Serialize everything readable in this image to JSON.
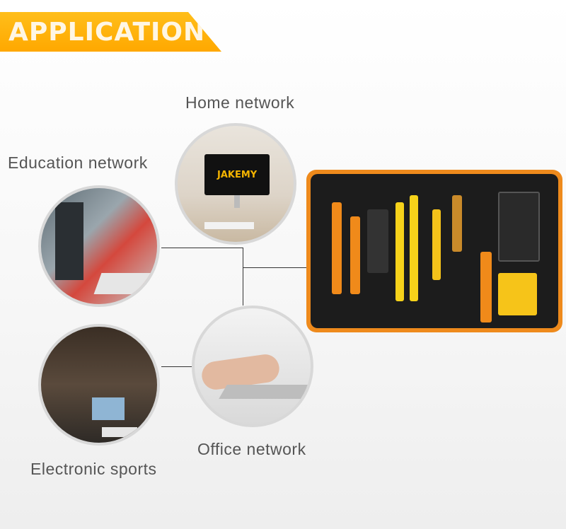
{
  "banner": {
    "title": "APPLICATION",
    "color": "#FFB000"
  },
  "applications": [
    {
      "label": "Home network"
    },
    {
      "label": "Education network"
    },
    {
      "label": "Electronic sports"
    },
    {
      "label": "Office network"
    }
  ],
  "product": {
    "brand": "JAKEMY",
    "accent": "#EE8A1C"
  }
}
